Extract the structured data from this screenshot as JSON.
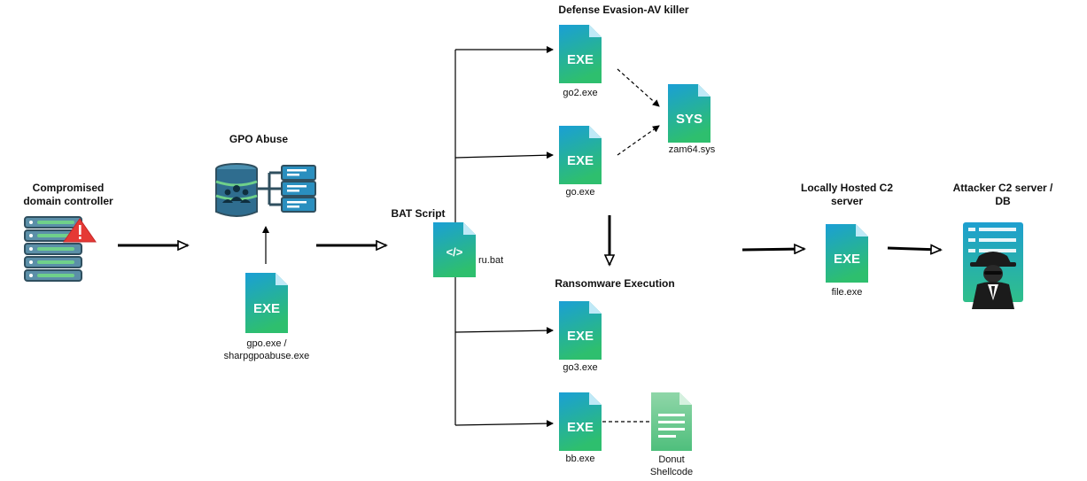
{
  "nodes": {
    "domain_controller": {
      "title_line1": "Compromised",
      "title_line2": "domain controller"
    },
    "gpo_abuse": {
      "title": "GPO Abuse"
    },
    "gpo_exe": {
      "icon_text": "EXE",
      "label_line1": "gpo.exe /",
      "label_line2": "sharpgpoabuse.exe"
    },
    "bat_script": {
      "title": "BAT Script",
      "icon_text": "</>",
      "label": "ru.bat"
    },
    "defense_evasion": {
      "title": "Defense Evasion-AV killer"
    },
    "go2": {
      "icon_text": "EXE",
      "label": "go2.exe"
    },
    "go": {
      "icon_text": "EXE",
      "label": "go.exe"
    },
    "zam64": {
      "icon_text": "SYS",
      "label": "zam64.sys"
    },
    "ransomware": {
      "title": "Ransomware Execution"
    },
    "go3": {
      "icon_text": "EXE",
      "label": "go3.exe"
    },
    "bb": {
      "icon_text": "EXE",
      "label": "bb.exe"
    },
    "donut": {
      "label_line1": "Donut",
      "label_line2": "Shellcode"
    },
    "local_c2": {
      "title_line1": "Locally Hosted C2",
      "title_line2": "server",
      "icon_text": "EXE",
      "label": "file.exe"
    },
    "attacker_c2": {
      "title_line1": "Attacker C2 server /",
      "title_line2": "DB"
    }
  },
  "colors": {
    "file_gradient_top": "#1a9fd6",
    "file_gradient_bottom": "#2ebf6e",
    "server_slot": "#5b8fa8",
    "server_stripe": "#6fd08a",
    "warning_red": "#e53935",
    "database_blue": "#2f6d8f",
    "doc_card": "#2a8fbf"
  },
  "icons": {
    "domain_controller": "server-rack-warning-icon",
    "gpo_abuse": "database-group-policy-icon",
    "donut": "document-icon",
    "attacker_c2": "hacker-server-icon"
  }
}
